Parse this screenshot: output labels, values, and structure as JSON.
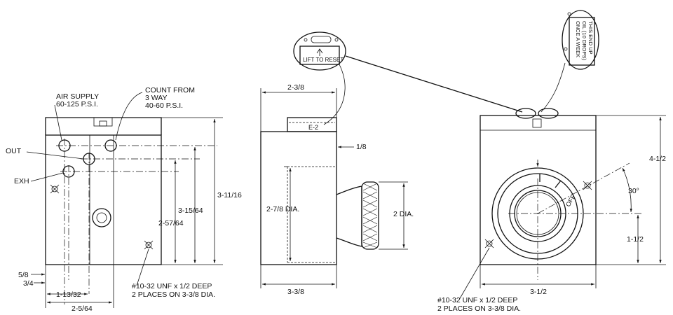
{
  "left_view": {
    "label_air_supply": "AIR SUPPLY",
    "label_air_pressure": "60-125 P.S.I.",
    "label_count_from": "COUNT FROM",
    "label_count_from_2": "3 WAY",
    "label_count_pressure": "40-60 P.S.I.",
    "label_out": "OUT",
    "label_exh": "EXH",
    "dim_3_11_16": "3-11/16",
    "dim_3_15_64": "3-15/64",
    "dim_2_57_64": "2-57/64",
    "dim_5_8": "5/8",
    "dim_3_4": "3/4",
    "dim_1_13_32": "1-13/32",
    "dim_2_5_64": "2-5/64",
    "note_line1": "#10-32 UNF x 1/2 DEEP",
    "note_line2": "2 PLACES ON 3-3/8 DIA."
  },
  "middle_view": {
    "dim_2_3_8": "2-3/8",
    "dim_1_8": "1/8",
    "dim_2_7_8_dia": "2-7/8 DIA.",
    "dim_2_dia": "2 DIA.",
    "dim_3_3_8": "3-3/8",
    "callout_label": "LIFT TO RESET",
    "top_marking": "E-2"
  },
  "right_view": {
    "dim_4_1_2": "4-1/2",
    "dim_30_deg": "30°",
    "dim_1_1_2": "1-1/2",
    "dim_3_1_2": "3-1/2",
    "dial_off": "OFF",
    "note_line1": "#10-32 UNF x 1/2 DEEP",
    "note_line2": "2 PLACES ON 3-3/8 DIA.",
    "callout_line1": "THIS END UP",
    "callout_line2": "OIL (10 DROPS)",
    "callout_line3": "ONCE A WEEK"
  }
}
